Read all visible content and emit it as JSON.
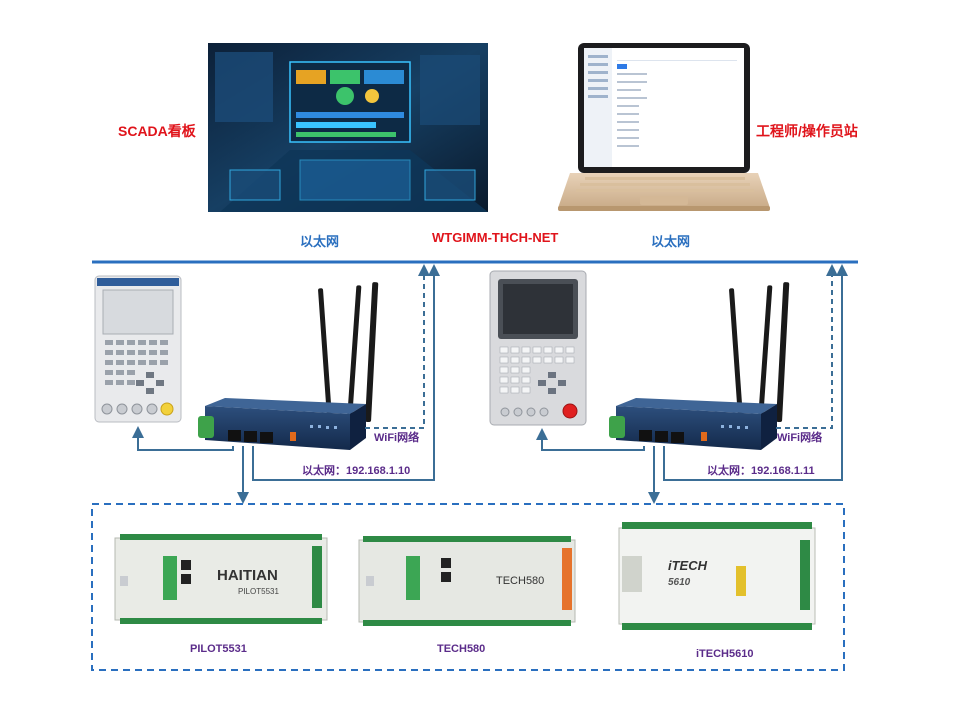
{
  "top": {
    "scada_label": "SCADA看板",
    "engineer_label": "工程师/操作员站",
    "ethernet_left": "以太网",
    "ethernet_right": "以太网",
    "network_name": "WTGIMM-THCH-NET"
  },
  "gateways": [
    {
      "wifi_label": "WiFi网络",
      "ip_label": "以太网：192.168.1.10"
    },
    {
      "wifi_label": "WiFi网络",
      "ip_label": "以太网：192.168.1.11"
    }
  ],
  "controllers": [
    {
      "name": "PILOT5531",
      "panel_brand": "HAITIAN",
      "panel_model": "PILOT5531"
    },
    {
      "name": "TECH580",
      "panel_model": "TECH580"
    },
    {
      "name": "iTECH5610",
      "panel_brand": "iTECH",
      "panel_model": "5610"
    }
  ],
  "colors": {
    "bus_line": "#2a6fbf",
    "link_line": "#3b6e96",
    "accent_red": "#e0141b",
    "accent_purple": "#5b2c8a"
  }
}
